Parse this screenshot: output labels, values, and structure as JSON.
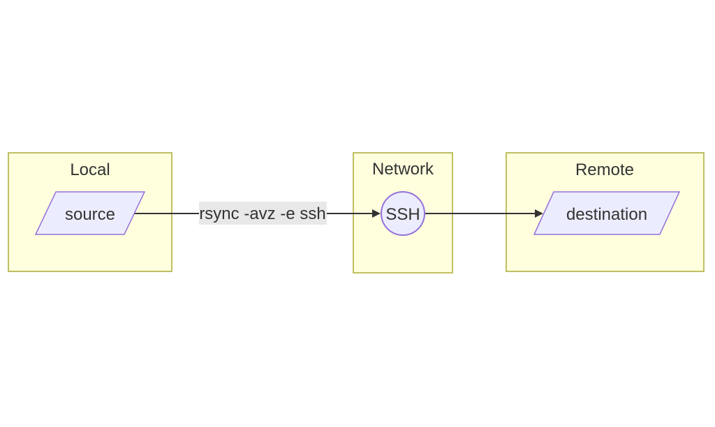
{
  "diagram_type": "flowchart-lr",
  "colors": {
    "background": "#ffffff",
    "cluster_fill": "#ffffde",
    "cluster_border": "#aaaa33",
    "node_fill": "#ECECFF",
    "node_border": "#9370DB",
    "text": "#333333",
    "edge": "#333333",
    "edge_label_bg": "#e8e8e8"
  },
  "clusters": {
    "local": {
      "label": "Local"
    },
    "network": {
      "label": "Network"
    },
    "remote": {
      "label": "Remote"
    }
  },
  "nodes": {
    "source": {
      "label": "source",
      "shape": "parallelogram",
      "cluster": "local"
    },
    "ssh": {
      "label": "SSH",
      "shape": "circle",
      "cluster": "network"
    },
    "destination": {
      "label": "destination",
      "shape": "parallelogram",
      "cluster": "remote"
    }
  },
  "edges": [
    {
      "from": "source",
      "to": "ssh",
      "label": "rsync -avz -e ssh"
    },
    {
      "from": "ssh",
      "to": "destination",
      "label": ""
    }
  ]
}
